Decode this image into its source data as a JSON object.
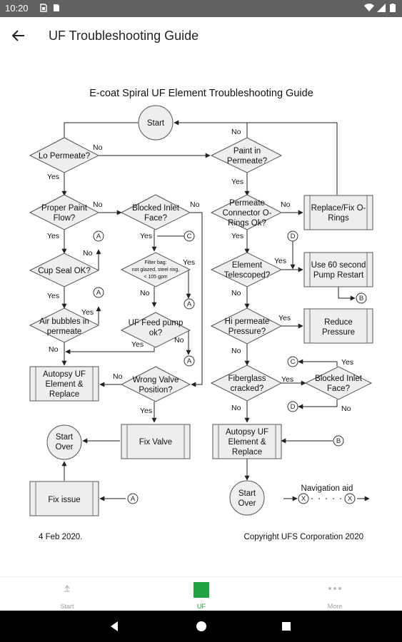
{
  "status_bar": {
    "time": "10:20"
  },
  "app_bar": {
    "title": "UF Troubleshooting Guide"
  },
  "chart": {
    "title": "E-coat Spiral UF Element Troubleshooting Guide",
    "start": "Start",
    "lo_permeate": "Lo Permeate?",
    "paint_in_permeate": [
      "Paint in",
      "Permeate?"
    ],
    "proper_paint_flow": [
      "Proper Paint",
      "Flow?"
    ],
    "blocked_inlet_face": [
      "Blocked Inlet",
      "Face?"
    ],
    "permeate_connector": [
      "Permeate",
      "Connector O-",
      "Rings Ok?"
    ],
    "replace_fix_orings": [
      "Replace/Fix O-",
      "Rings"
    ],
    "cup_seal": "Cup Seal OK?",
    "filter_bag": [
      "Filter bag:",
      "not glazed, steel ring,",
      "< 105 gpm"
    ],
    "element_telescoped": [
      "Element",
      "Telescoped?"
    ],
    "pump_restart": [
      "Use 60 second",
      "Pump Restart"
    ],
    "air_bubbles": [
      "Air bubbles in",
      "permeate"
    ],
    "uf_feed_pump": [
      "UF Feed pump",
      "ok?"
    ],
    "hi_permeate": [
      "Hi permeate",
      "Pressure?"
    ],
    "reduce_pressure": [
      "Reduce",
      "Pressure"
    ],
    "autopsy_left": [
      "Autopsy UF",
      "Element &",
      "Replace"
    ],
    "wrong_valve": [
      "Wrong Valve",
      "Position?"
    ],
    "fiberglass": [
      "Fiberglass",
      "cracked?"
    ],
    "blocked_inlet_right": [
      "Blocked Inlet",
      "Face?"
    ],
    "start_over": [
      "Start",
      "Over"
    ],
    "fix_valve": "Fix Valve",
    "autopsy_right": [
      "Autopsy UF",
      "Element &",
      "Replace"
    ],
    "fix_issue": "Fix issue",
    "navigation_aid": "Navigation aid",
    "yes": "Yes",
    "no": "No",
    "conn_a": "A",
    "conn_b": "B",
    "conn_c": "C",
    "conn_d": "D",
    "conn_x": "X",
    "date": "4 Feb 2020.",
    "copyright": "Copyright UFS Corporation 2020"
  },
  "bottom_nav": [
    {
      "label": "Start",
      "icon": "hand-icon"
    },
    {
      "label": "UF",
      "icon": "green-square-icon"
    },
    {
      "label": "More",
      "icon": "more-dots-icon"
    }
  ],
  "colors": {
    "active": "#21a142",
    "box_fill": "#e6e6e6",
    "status_bar": "#616161"
  }
}
